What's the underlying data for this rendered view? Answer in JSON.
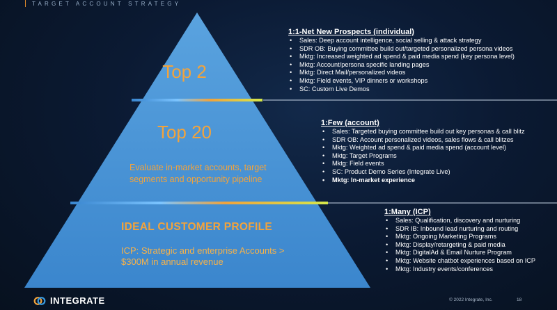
{
  "header": {
    "title": "TARGET ACCOUNT STRATEGY"
  },
  "pyramid": {
    "top_label": "Top 2",
    "middle_label": "Top 20",
    "middle_text": "Evaluate in-market accounts, target segments and opportunity pipeline",
    "bottom_title": "IDEAL CUSTOMER PROFILE",
    "bottom_text": "ICP: Strategic and enterprise Accounts > $300M in annual revenue"
  },
  "tiers": [
    {
      "title": "1:1-Net New Prospects (individual)",
      "items": [
        "Sales: Deep account intelligence, social selling & attack strategy",
        "SDR OB: Buying committee build out/targeted personalized persona videos",
        "Mktg: Increased weighted ad spend & paid media spend (key persona level)",
        "Mktg: Account/persona  specific landing pages",
        "Mktg: Direct Mail/personalized videos",
        "Mktg: Field events, VIP dinners or workshops",
        "SC: Custom Live Demos"
      ]
    },
    {
      "title": "1:Few (account)",
      "items": [
        "Sales: Targeted buying committee build out key personas & call blitz",
        "SDR OB: Account personalized videos, sales flows & call blitzes",
        "Mktg: Weighted ad spend & paid media spend (account level)",
        "Mktg: Target Programs",
        "Mktg: Field events",
        "SC:  Product Demo Series (Integrate  Live)",
        "Mktg: In-market experience"
      ]
    },
    {
      "title": "1:Many (ICP)",
      "items": [
        "Sales: Qualification, discovery and nurturing",
        "SDR IB: Inbound  lead nurturing  and routing",
        "Mktg: Ongoing Marketing Programs",
        "Mktg: Display/retargeting & paid media",
        "Mktg: DigitalAd & Email Nurture  Program",
        "Mktg: Website chatbot experiences based on ICP",
        "Mktg: Industry  events/conferences"
      ]
    }
  ],
  "footer": {
    "brand": "INTEGRATE",
    "copyright": "© 2022 Integrate, Inc.",
    "page": "18"
  },
  "colors": {
    "accent": "#f2a33c",
    "pyramid_top": "#4a95d8",
    "pyramid_bottom": "#3a87cf"
  }
}
